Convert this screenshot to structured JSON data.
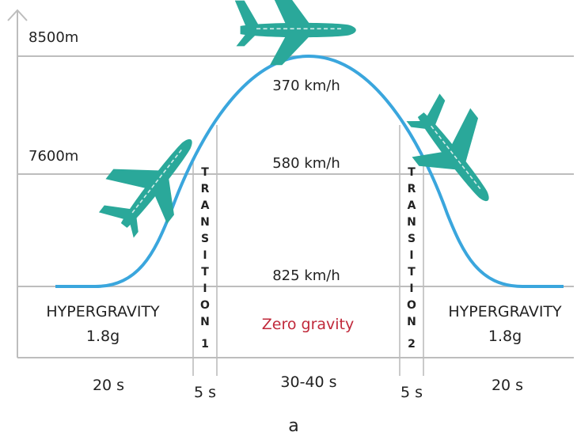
{
  "altitude_labels": {
    "top": "8500m",
    "middle": "7600m"
  },
  "speed_labels": {
    "top": "370 km/h",
    "middle": "580 km/h",
    "bottom": "825 km/h"
  },
  "phases": {
    "left_hyper_title": "HYPERGRAVITY",
    "left_hyper_value": "1.8g",
    "right_hyper_title": "HYPERGRAVITY",
    "right_hyper_value": "1.8g",
    "zero_gravity": "Zero gravity",
    "transition_1": [
      "T",
      "R",
      "A",
      "N",
      "S",
      "I",
      "T",
      "I",
      "O",
      "N",
      "1"
    ],
    "transition_2": [
      "T",
      "R",
      "A",
      "N",
      "S",
      "I",
      "T",
      "I",
      "O",
      "N",
      "2"
    ]
  },
  "durations": {
    "left_hyper": "20 s",
    "transition_1": "5 s",
    "zero_gravity": "30-40 s",
    "transition_2": "5 s",
    "right_hyper": "20 s"
  },
  "caption": "a",
  "colors": {
    "curve": "#3aa6dd",
    "plane": "#2aa89a",
    "zero_gravity_text": "#c0283a",
    "grid": "#bdbdbd"
  },
  "icons": [
    "airplane-icon"
  ]
}
